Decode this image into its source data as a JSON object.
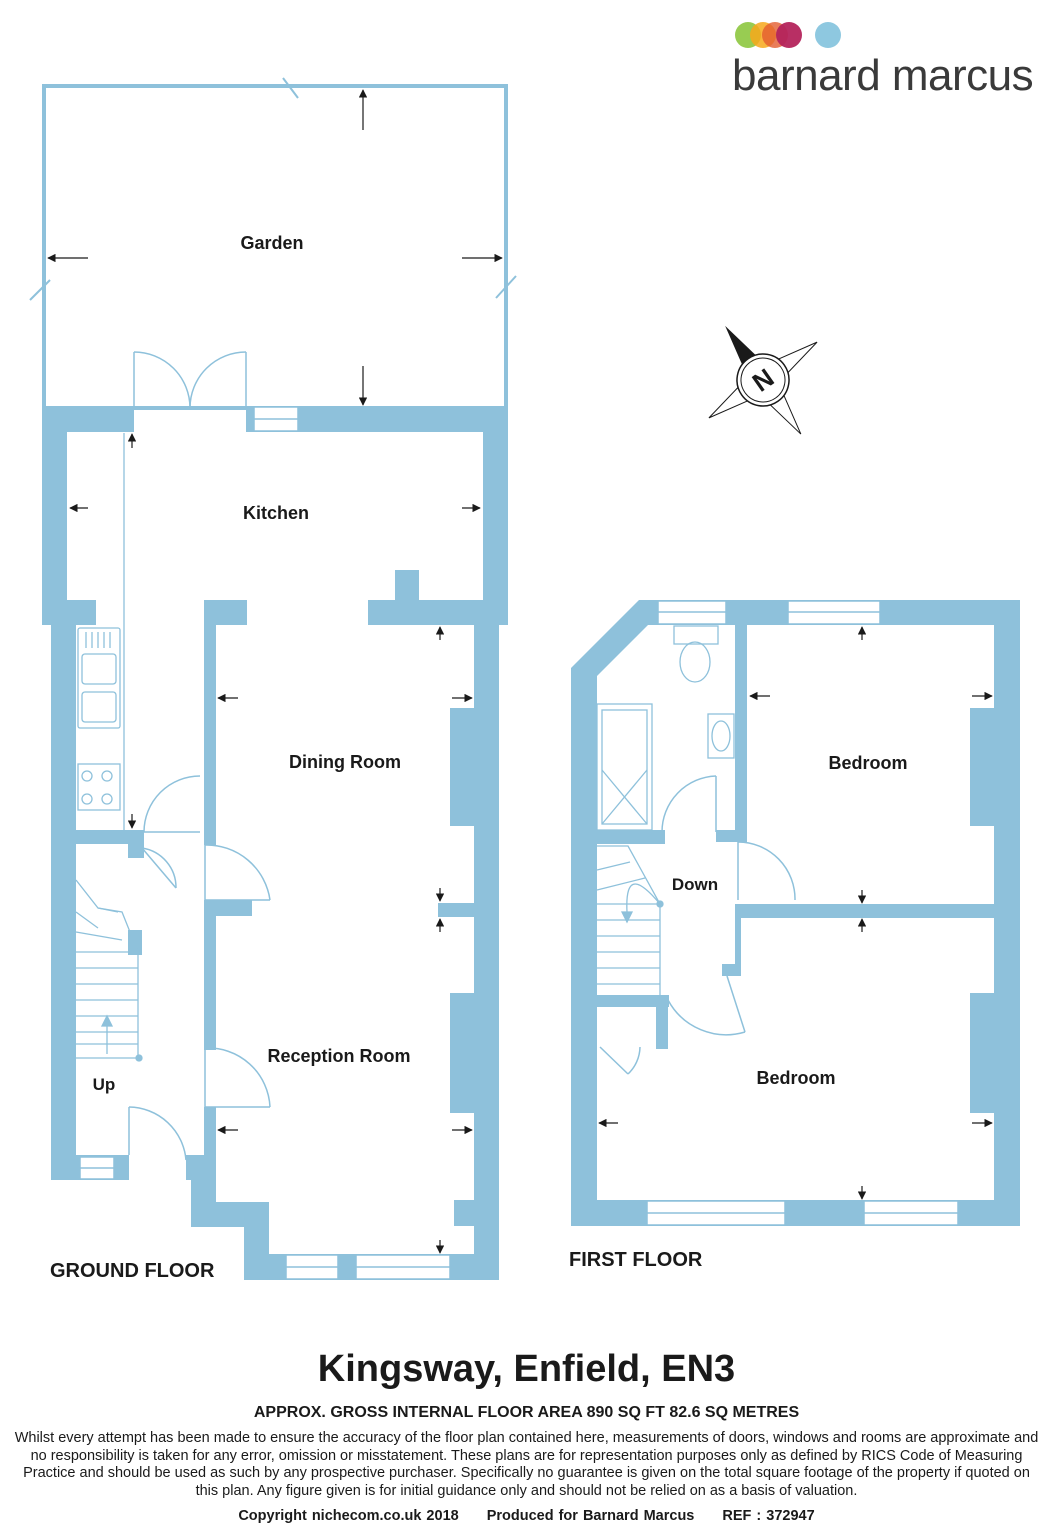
{
  "brand": {
    "name": "barnard marcus",
    "dot_colors": [
      "#8dc63f",
      "#f7a81b",
      "#e35d30",
      "#b4245c",
      "#8ec8e0"
    ]
  },
  "colors": {
    "wall": "#8ec1db",
    "fixture": "#8ec1db",
    "text": "#1a1a1a"
  },
  "rooms": {
    "garden": "Garden",
    "kitchen": "Kitchen",
    "dining_room": "Dining Room",
    "reception_room": "Reception Room",
    "bedroom_rear": "Bedroom",
    "bedroom_front": "Bedroom"
  },
  "stairs": {
    "up": "Up",
    "down": "Down"
  },
  "floors": {
    "ground": "GROUND FLOOR",
    "first": "FIRST FLOOR"
  },
  "compass": {
    "letter": "N"
  },
  "footer": {
    "title": "Kingsway, Enfield, EN3",
    "area": "APPROX. GROSS INTERNAL FLOOR AREA 890 SQ FT 82.6 SQ METRES",
    "disclaimer": "Whilst every attempt has been made to ensure the accuracy of the floor plan contained here, measurements of doors, windows and rooms are approximate and no responsibility is taken for any error, omission or misstatement. These plans are for representation purposes only as defined by RICS Code of Measuring Practice and should be used as such by any prospective purchaser.  Specifically no guarantee is given on the total square footage of the property if quoted on this plan. Any figure given is for initial guidance only and should not be relied on as a basis of valuation.",
    "copyright": "Copyright nichecom.co.uk 2018",
    "produced_for": "Produced for Barnard Marcus",
    "ref": "REF : 372947"
  }
}
